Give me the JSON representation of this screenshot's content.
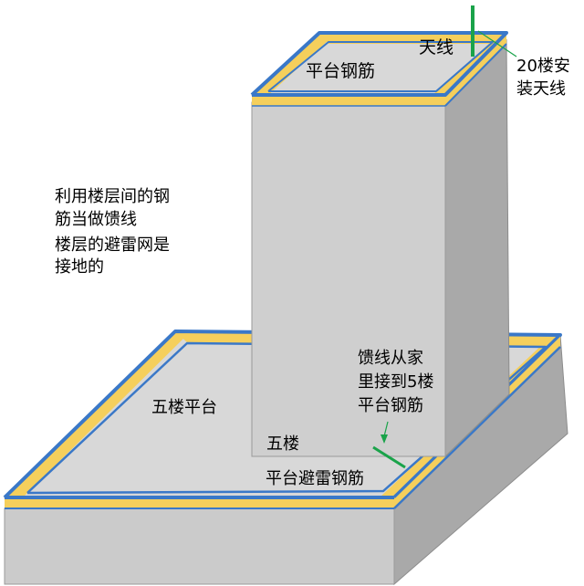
{
  "labels": {
    "antenna": "天线",
    "roof_rebar": "平台钢筋",
    "antenna_note_line1": "20楼安",
    "antenna_note_line2": "装天线",
    "left_note_line1": "利用楼层间的钢",
    "left_note_line2": "筋当做馈线",
    "left_note_line3": "楼层的避雷网是",
    "left_note_line4": "接地的",
    "feed_note_line1": "馈线从家",
    "feed_note_line2": "里接到5楼",
    "feed_note_line3": "平台钢筋",
    "fifth_floor_platform": "五楼平台",
    "fifth_floor": "五楼",
    "platform_lightning_rebar": "平台避雷钢筋"
  },
  "colors": {
    "rebar_blue": "#3a78c8",
    "rebar_yellow": "#f5cf5c",
    "concrete_top": "#d6d6d6",
    "concrete_front": "#cfcfcf",
    "concrete_side": "#a9a9a9",
    "antenna_green": "#1aa34a"
  }
}
